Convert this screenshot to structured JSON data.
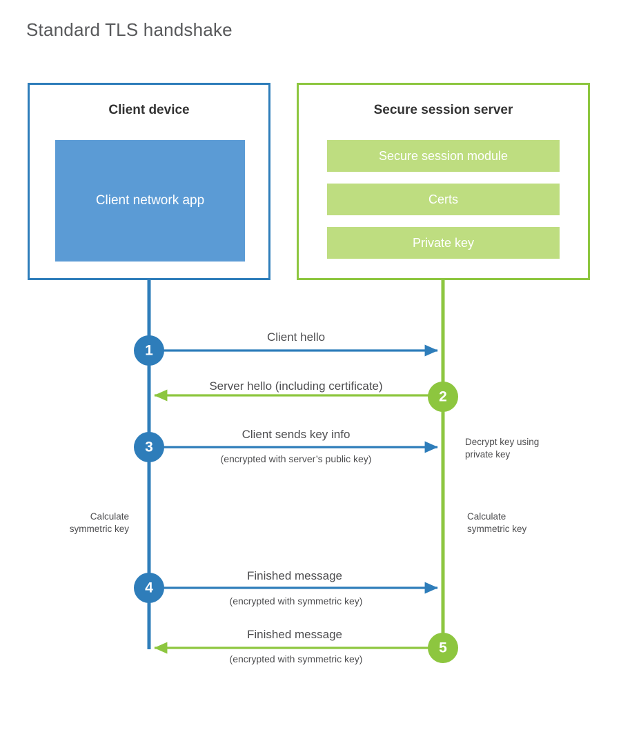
{
  "title": "Standard TLS handshake",
  "colors": {
    "client_border": "#2e7dba",
    "client_fill": "#5b9bd5",
    "server_border": "#8dc63f",
    "server_fill": "#bedd80",
    "client_accent": "#2e7dba",
    "server_accent": "#8dc63f",
    "text": "#4d4d4f",
    "title_text": "#58595b"
  },
  "participants": {
    "client": {
      "title": "Client device",
      "blocks": [
        {
          "label": "Client network app"
        }
      ]
    },
    "server": {
      "title": "Secure session server",
      "blocks": [
        {
          "label": "Secure session module"
        },
        {
          "label": "Certs"
        },
        {
          "label": "Private key"
        }
      ]
    }
  },
  "steps": [
    {
      "number": "1",
      "label": "Client hello",
      "sublabel": "",
      "direction": "client-to-server",
      "actor": "client"
    },
    {
      "number": "2",
      "label": "Server hello (including certificate)",
      "sublabel": "",
      "direction": "server-to-client",
      "actor": "server"
    },
    {
      "number": "3",
      "label": "Client sends key info",
      "sublabel": "(encrypted with server’s public key)",
      "direction": "client-to-server",
      "actor": "client"
    },
    {
      "number": "4",
      "label": "Finished message",
      "sublabel": "(encrypted with symmetric key)",
      "direction": "client-to-server",
      "actor": "client"
    },
    {
      "number": "5",
      "label": "Finished message",
      "sublabel": "(encrypted with symmetric key)",
      "direction": "server-to-client",
      "actor": "server"
    }
  ],
  "notes": {
    "decrypt_key": "Decrypt key using\nprivate key",
    "decrypt_key_line1": "Decrypt key using",
    "decrypt_key_line2": "private key",
    "client_calculate_line1": "Calculate",
    "client_calculate_line2": "symmetric key",
    "server_calculate_line1": "Calculate",
    "server_calculate_line2": "symmetric key"
  }
}
